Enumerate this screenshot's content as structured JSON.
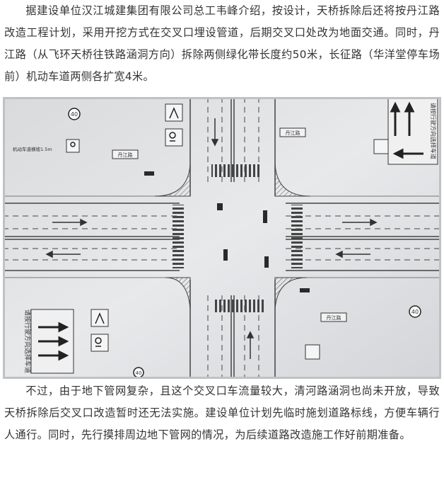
{
  "article": {
    "paragraph1": "据建设单位汉江城建集团有限公司总工韦峰介绍，按设计，天桥拆除后还将按丹江路改造工程计划，采用开挖方式在交叉口埋设管道，后期交叉口处改为地面交通。同时，丹江路（从飞环天桥往铁路涵洞方向）拆除两侧绿化带长度约50米，长征路（华洋堂停车场前）机动车道两侧各扩宽4米。",
    "paragraph2": "不过，由于地下管网复杂，且这个交叉口车流量较大，清河路涵洞也尚未开放，导致天桥拆除后交叉口改造暂时还无法实施。建设单位计划先临时施划道路标线，方便车辆行人通行。同时，先行摸排周边地下管网的情况，为后续道路改造施工作好前期准备。"
  },
  "figure": {
    "labels": {
      "sign_speed_tl": "40",
      "sign_speed_bl": "40",
      "sign_speed_br": "40",
      "road_label_a": "丹江路",
      "road_label_b": "丹江路",
      "road_label_c": "丹江路",
      "sign_bottom_left_text": "请按行驶方向选择车道",
      "sign_top_right_text": "请按行驶方向选择车道",
      "note_left": "机动车道横坡1.5m"
    }
  }
}
